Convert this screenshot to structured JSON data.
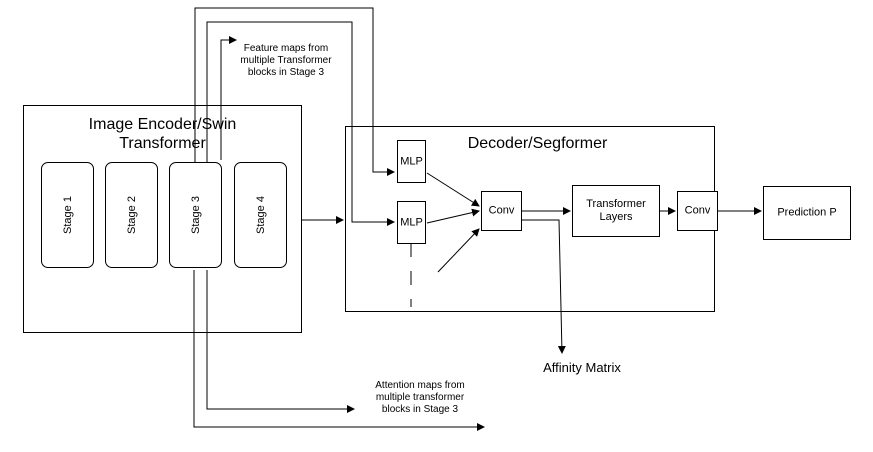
{
  "encoder": {
    "title": "Image Encoder/Swin Transformer",
    "title_line1": "Image Encoder/Swin",
    "title_line2": "Transformer",
    "stages": [
      "Stage 1",
      "Stage 2",
      "Stage 3",
      "Stage 4"
    ]
  },
  "decoder": {
    "title": "Decoder/Segformer",
    "mlp_top": "MLP",
    "mlp_bottom": "MLP",
    "conv_first": "Conv",
    "transformer_line1": "Transformer",
    "transformer_line2": "Layers",
    "conv_second": "Conv"
  },
  "outputs": {
    "prediction": "Prediction P",
    "affinity": "Affinity Matrix"
  },
  "annotations": {
    "feature_maps": [
      "Feature maps from",
      "multiple Transformer",
      "blocks in Stage 3"
    ],
    "attention_maps": [
      "Attention maps from",
      "multiple transformer",
      "blocks in Stage 3"
    ]
  }
}
